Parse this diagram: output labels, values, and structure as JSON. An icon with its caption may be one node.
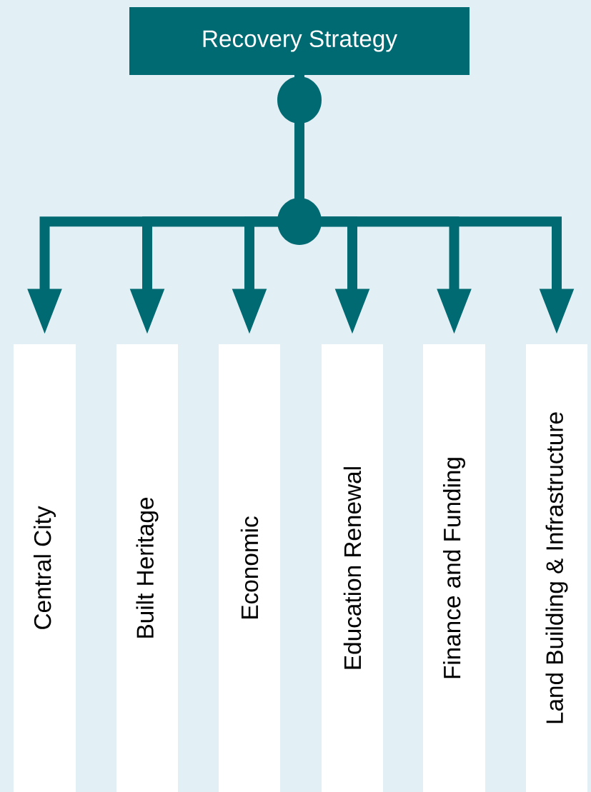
{
  "diagram": {
    "nodes": [
      {
        "text": [
          "Recovery Strategy"
        ]
      },
      {
        "text": [
          "Central City"
        ]
      },
      {
        "text": [
          "Built Heritage"
        ]
      },
      {
        "text": [
          "Economic"
        ]
      },
      {
        "text": [
          "Education Renewal"
        ]
      },
      {
        "text": [
          "Finance and Funding"
        ]
      },
      {
        "text": [
          "Land Building & Infrastructure"
        ]
      }
    ],
    "edges": [
      {
        "from": 0,
        "to": 1,
        "arrow": "to"
      },
      {
        "from": 0,
        "to": 2,
        "arrow": "to"
      },
      {
        "from": 0,
        "to": 3,
        "arrow": "to"
      },
      {
        "from": 0,
        "to": 4,
        "arrow": "to"
      },
      {
        "from": 0,
        "to": 5,
        "arrow": "to"
      },
      {
        "from": 0,
        "to": 6,
        "arrow": "to"
      }
    ]
  }
}
